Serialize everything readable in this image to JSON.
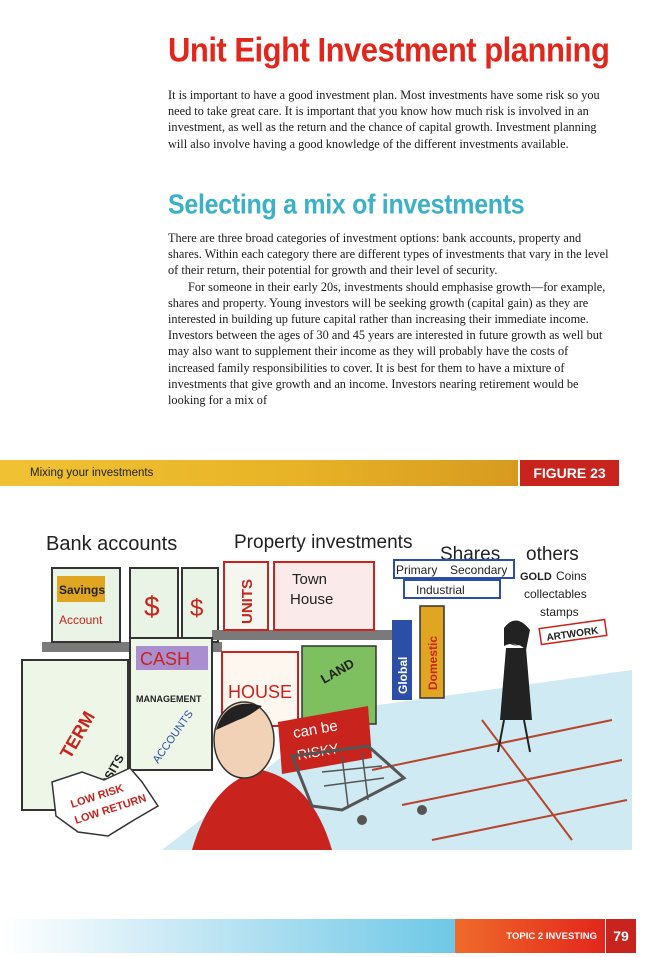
{
  "title": "Unit Eight Investment planning",
  "intro": "It is important to have a good investment plan. Most investments have some risk so you need to take great care. It is important that you know how much risk is involved in an investment, as well as the return and the chance of capital growth. Investment planning will also involve having a good knowledge of the different investments available.",
  "section": {
    "heading": "Selecting a mix of investments",
    "paragraphs": [
      "There are three broad categories of investment options: bank accounts, property and shares. Within each category there are different types of investments that vary in the level of their return, their potential for growth and their level of security.",
      "For someone in their early 20s, investments should emphasise growth—for example, shares and property. Young investors will be seeking growth (capital gain) as they are interested in building up future capital rather than increasing their immediate income. Investors between the ages of 30 and 45 years are interested in future growth as well but may also want to supplement their income as they will probably have the costs of increased family responsibilities to cover. It is best for them to have a mixture of investments that give growth and an income. Investors nearing retirement would be looking for a mix of"
    ]
  },
  "figure": {
    "caption": "Mixing your investments",
    "label": "FIGURE 23",
    "illustration": {
      "heading_bank": "Bank accounts",
      "heading_property": "Property investments",
      "heading_shares": "Shares",
      "heading_others": "others",
      "savings": "Savings",
      "account": "Account",
      "dollar": "$",
      "units": "UNITS",
      "town": "Town",
      "house": "House",
      "primary": "Primary",
      "secondary": "Secondary",
      "industrial": "Industrial",
      "gold": "GOLD",
      "coins": "Coins",
      "collectables": "collectables",
      "stamps": "stamps",
      "artwork": "ARTWORK",
      "term": "TERM",
      "deposits": "DEPOSITS",
      "cash": "CASH",
      "management": "MANAGEMENT",
      "accounts": "ACCOUNTS",
      "house_caps": "HOUSE",
      "land": "LAND",
      "can_be": "can be",
      "risky": "RISKY",
      "global": "Global",
      "domestic": "Domestic",
      "low_risk": "LOW RISK",
      "low_return": "LOW RETURN"
    }
  },
  "footer": {
    "topic": "TOPIC 2 INVESTING",
    "page_number": "79"
  },
  "colors": {
    "title_red": "#e3261c",
    "heading_teal": "#3bb1c8",
    "figure_bar": "#e8b427",
    "figure_tag": "#c8231c"
  }
}
